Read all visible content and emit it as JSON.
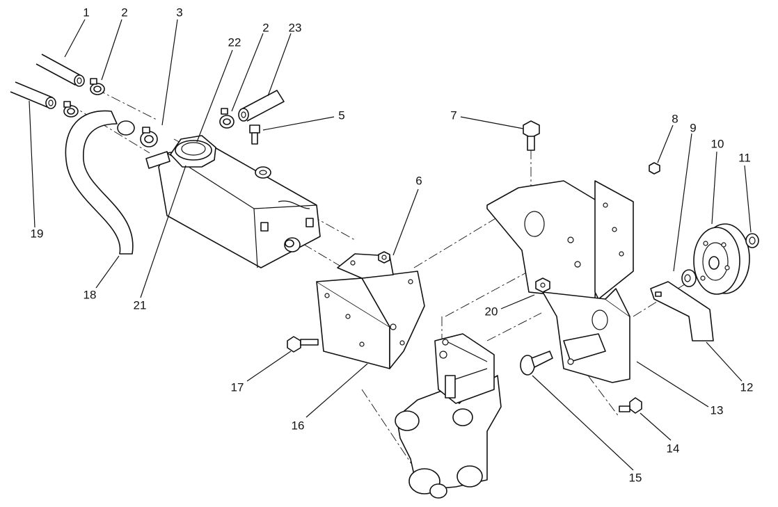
{
  "callouts": [
    {
      "id": "c1",
      "label": "1"
    },
    {
      "id": "c2a",
      "label": "2"
    },
    {
      "id": "c3",
      "label": "3"
    },
    {
      "id": "c22",
      "label": "22"
    },
    {
      "id": "c2b",
      "label": "2"
    },
    {
      "id": "c23",
      "label": "23"
    },
    {
      "id": "c5",
      "label": "5"
    },
    {
      "id": "c7",
      "label": "7"
    },
    {
      "id": "c8",
      "label": "8"
    },
    {
      "id": "c9",
      "label": "9"
    },
    {
      "id": "c10",
      "label": "10"
    },
    {
      "id": "c11",
      "label": "11"
    },
    {
      "id": "c6",
      "label": "6"
    },
    {
      "id": "c19",
      "label": "19"
    },
    {
      "id": "c18",
      "label": "18"
    },
    {
      "id": "c21",
      "label": "21"
    },
    {
      "id": "c20",
      "label": "20"
    },
    {
      "id": "c17",
      "label": "17"
    },
    {
      "id": "c16",
      "label": "16"
    },
    {
      "id": "c12",
      "label": "12"
    },
    {
      "id": "c13",
      "label": "13"
    },
    {
      "id": "c14",
      "label": "14"
    },
    {
      "id": "c15",
      "label": "15"
    }
  ]
}
